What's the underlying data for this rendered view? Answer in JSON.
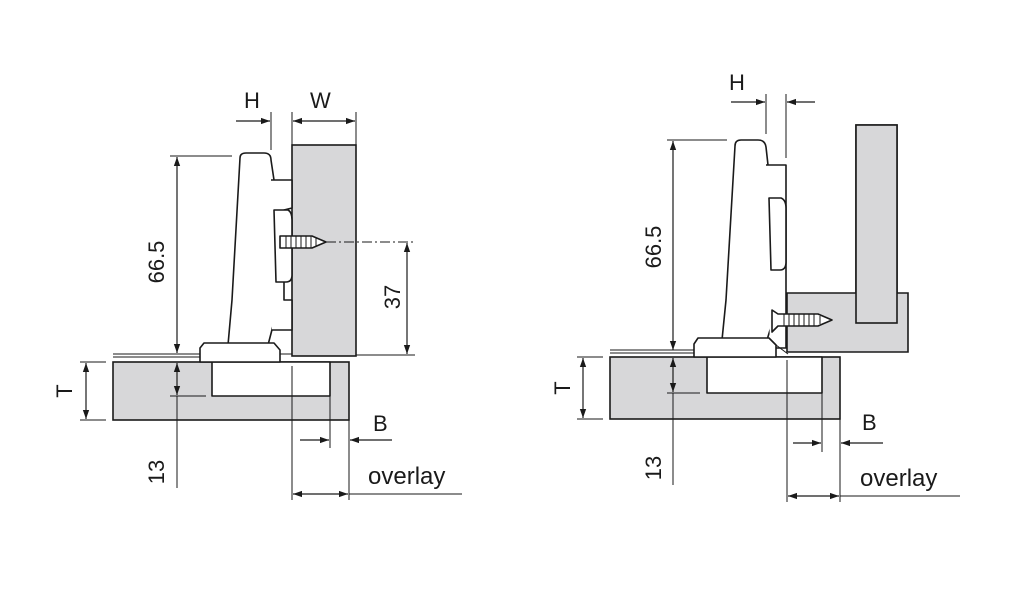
{
  "left": {
    "h": "H",
    "w": "W",
    "height": "66.5",
    "screw": "37",
    "t": "T",
    "b": "B",
    "depth": "13",
    "overlay": "overlay"
  },
  "right": {
    "h": "H",
    "height": "66.5",
    "t": "T",
    "b": "B",
    "depth": "13",
    "overlay": "overlay"
  },
  "colors": {
    "panel": "#d7d7d9",
    "line": "#1a1a1a"
  }
}
